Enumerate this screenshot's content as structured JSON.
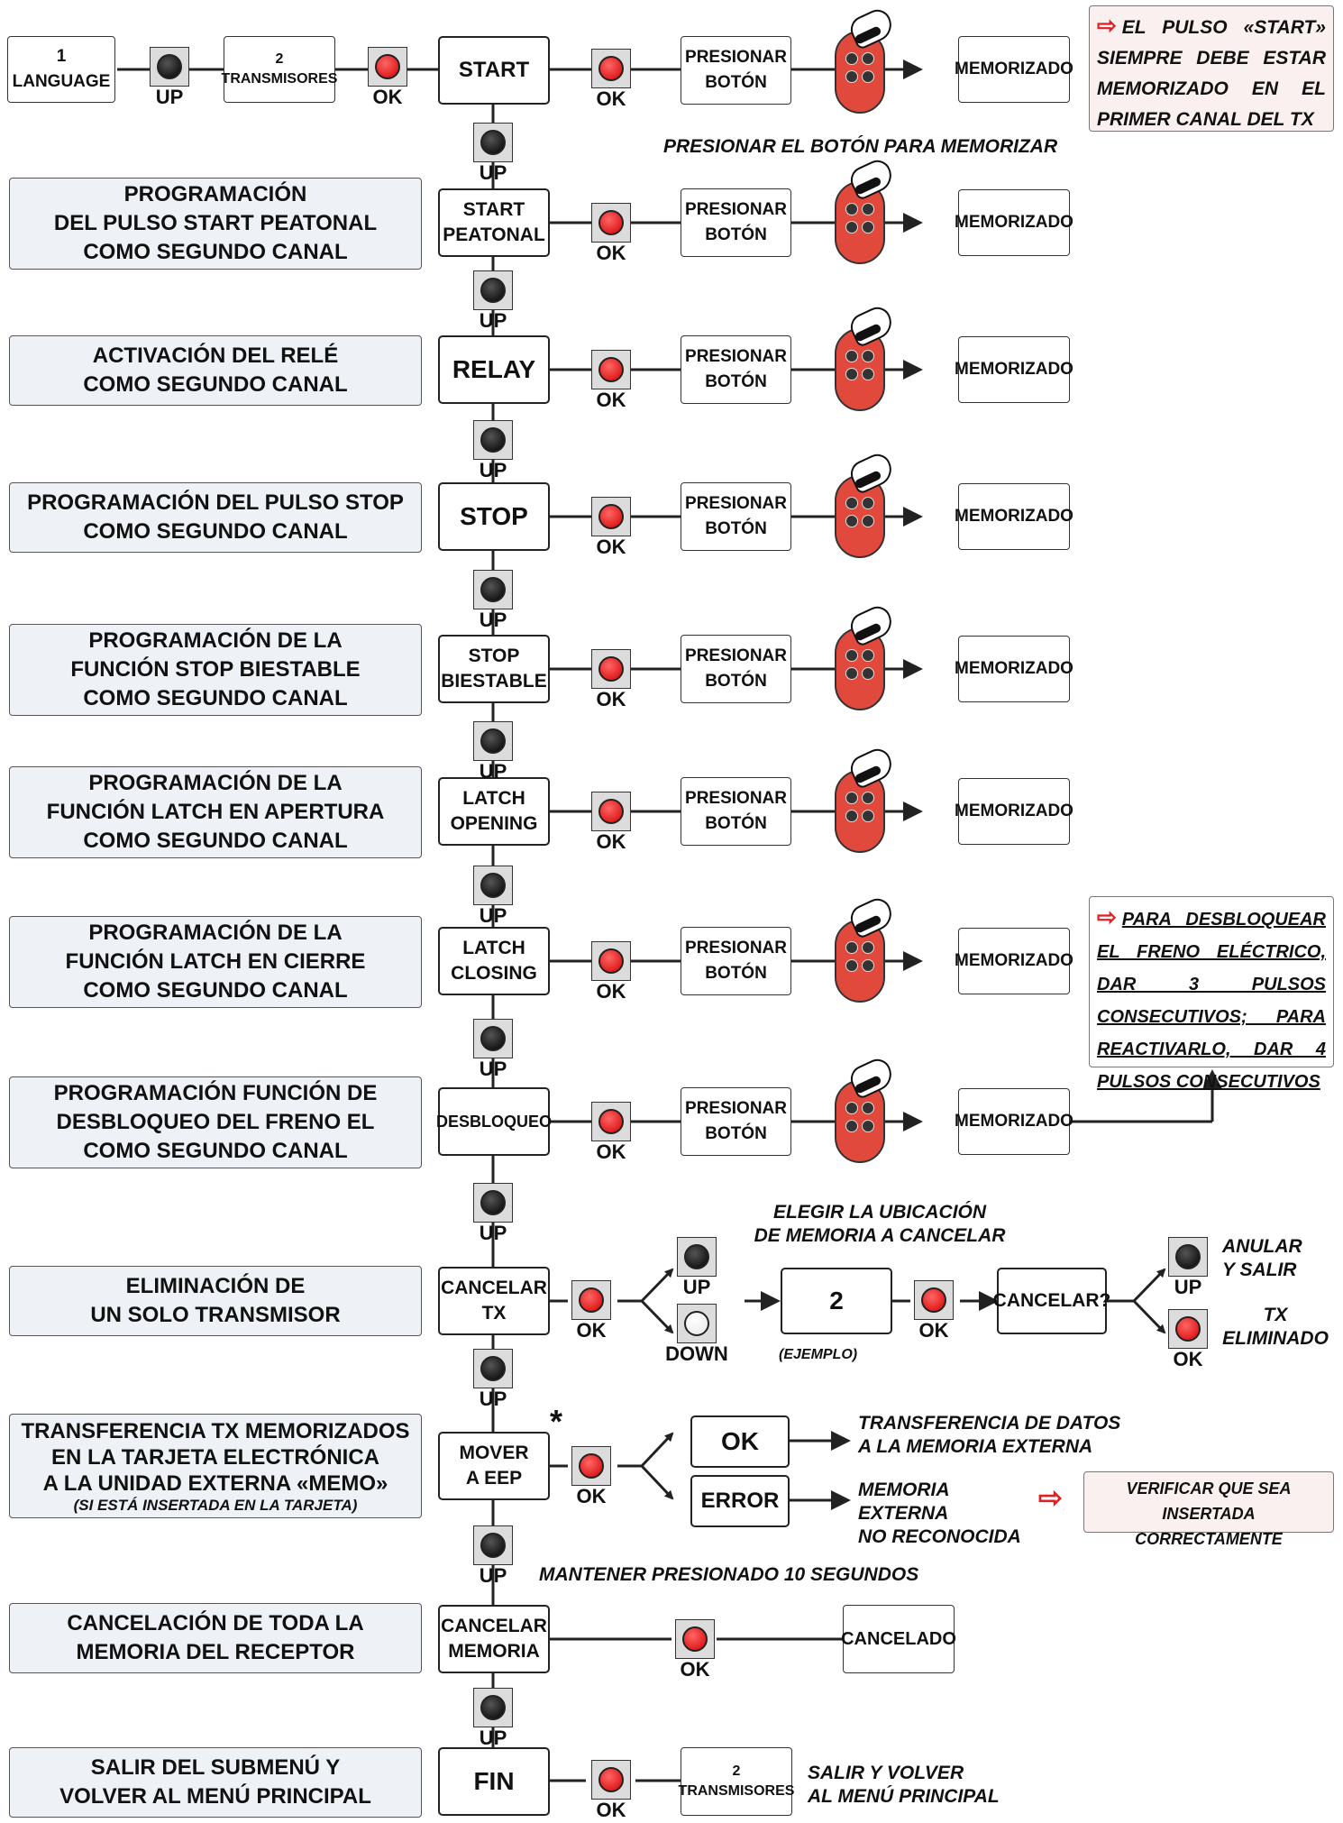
{
  "top_row": {
    "language": [
      "1",
      "LANGUAGE"
    ],
    "transmitters": [
      "2",
      "TRANSMISORES"
    ]
  },
  "labels": {
    "up": "UP",
    "ok": "OK",
    "down": "DOWN",
    "press_button": [
      "PRESIONAR",
      "BOTÓN"
    ],
    "memorized": "MEMORIZADO"
  },
  "note_start": "EL PULSO «START» SIEMPRE DEBE ESTAR MEMORIZADO EN EL PRIMER CANAL DEL TX",
  "press_to_memorize": "PRESIONAR EL BOTÓN PARA MEMORIZAR",
  "rows": [
    {
      "desc": [],
      "menu": [
        "START"
      ]
    },
    {
      "desc": [
        "PROGRAMACIÓN",
        "DEL PULSO START PEATONAL",
        "COMO SEGUNDO CANAL"
      ],
      "menu": [
        "START",
        "PEATONAL"
      ]
    },
    {
      "desc": [
        "ACTIVACIÓN DEL RELÉ",
        "COMO SEGUNDO CANAL"
      ],
      "menu": [
        "RELAY"
      ]
    },
    {
      "desc": [
        "PROGRAMACIÓN DEL PULSO STOP",
        "COMO SEGUNDO CANAL"
      ],
      "menu": [
        "STOP"
      ]
    },
    {
      "desc": [
        "PROGRAMACIÓN DE LA",
        "FUNCIÓN STOP BIESTABLE",
        "COMO SEGUNDO CANAL"
      ],
      "menu": [
        "STOP",
        "BIESTABLE"
      ]
    },
    {
      "desc": [
        "PROGRAMACIÓN DE LA",
        "FUNCIÓN LATCH EN APERTURA",
        "COMO SEGUNDO CANAL"
      ],
      "menu": [
        "LATCH",
        "OPENING"
      ]
    },
    {
      "desc": [
        "PROGRAMACIÓN DE LA",
        "FUNCIÓN LATCH EN CIERRE",
        "COMO SEGUNDO CANAL"
      ],
      "menu": [
        "LATCH",
        "CLOSING"
      ]
    },
    {
      "desc": [
        "PROGRAMACIÓN FUNCIÓN DE",
        "DESBLOQUEO DEL FRENO EL",
        "COMO SEGUNDO CANAL"
      ],
      "menu": [
        "DESBLOQUEO"
      ]
    }
  ],
  "note_unlock": "PARA DESBLOQUEAR EL FRENO ELÉCTRICO, DAR 3 PULSOS CONSECUTIVOS; PARA REACTIVARLO, DAR 4 PULSOS CONSECUTIVOS",
  "delete_one": {
    "desc": [
      "ELIMINACIÓN DE",
      "UN SOLO TRANSMISOR"
    ],
    "menu": [
      "CANCELAR",
      "TX"
    ],
    "choose_text": [
      "ELEGIR LA UBICACIÓN",
      "DE MEMORIA A CANCELAR"
    ],
    "example_value": "2",
    "example_caption": "(EJEMPLO)",
    "confirm": "CANCELAR?",
    "cancel_exit": [
      "ANULAR",
      "Y SALIR"
    ],
    "tx_deleted": [
      "TX",
      "ELIMINADO"
    ]
  },
  "transfer": {
    "desc": [
      "TRANSFERENCIA TX MEMORIZADOS",
      "EN LA TARJETA ELECTRÓNICA",
      "A LA UNIDAD EXTERNA «MEMO»"
    ],
    "desc_sub": "(SI ESTÁ INSERTADA EN LA TARJETA)",
    "menu": [
      "MOVER",
      "A EEP"
    ],
    "star": "*",
    "result_ok": "OK",
    "result_error": "ERROR",
    "ok_text": [
      "TRANSFERENCIA DE DATOS",
      "A LA MEMORIA EXTERNA"
    ],
    "error_text": [
      "MEMORIA EXTERNA",
      "NO RECONOCIDA"
    ],
    "verify": [
      "VERIFICAR QUE SEA",
      "INSERTADA CORRECTAMENTE"
    ]
  },
  "hold_text": "MANTENER PRESIONADO 10 SEGUNDOS",
  "clear_all": {
    "desc": [
      "CANCELACIÓN DE TODA LA",
      "MEMORIA DEL RECEPTOR"
    ],
    "menu": [
      "CANCELAR",
      "MEMORIA"
    ],
    "result": "CANCELADO"
  },
  "exit": {
    "desc": [
      "SALIR DEL SUBMENÚ Y",
      "VOLVER AL MENÚ PRINCIPAL"
    ],
    "menu": [
      "FIN"
    ],
    "target": [
      "2",
      "TRANSMISORES"
    ],
    "text": [
      "SALIR Y VOLVER",
      "AL MENÚ PRINCIPAL"
    ]
  },
  "colors": {
    "ok_button": "#d40000",
    "remote": "#e2493d",
    "note_arrow": "#e02020",
    "label_bg": "#eef2f6"
  }
}
